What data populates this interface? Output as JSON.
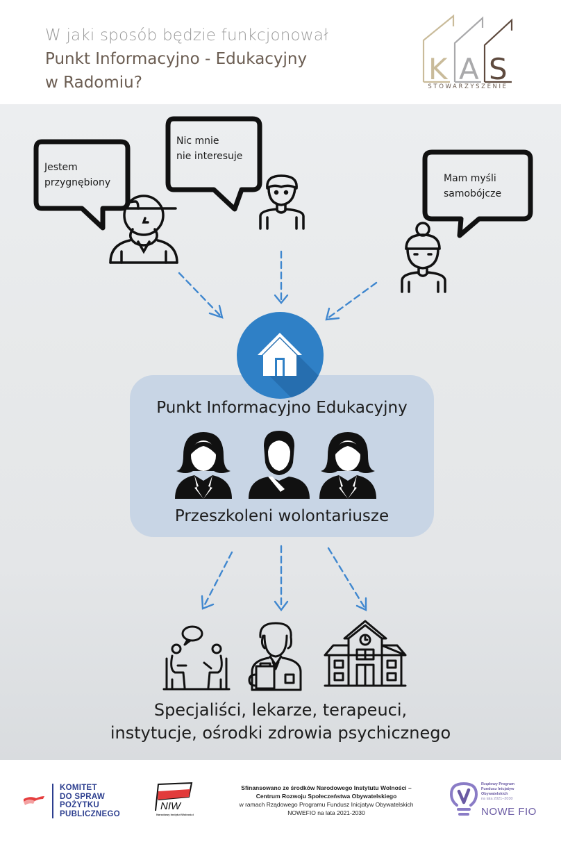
{
  "header": {
    "title_line1": "W jaki sposób będzie funkcjonował",
    "title_line2": "Punkt Informacyjno - Edukacyjny",
    "title_line3": "w Radomiu?",
    "logo": {
      "letters": [
        "K",
        "A",
        "S"
      ],
      "subtitle": "STOWARZYSZENIE",
      "colors": [
        "#c9bb9a",
        "#a9a9ab",
        "#5e4a3e"
      ]
    }
  },
  "people": [
    {
      "speech": [
        "Jestem",
        "przygnębiony"
      ],
      "icon": "teen-cap-person-icon"
    },
    {
      "speech": [
        "Nic mnie",
        "nie interesuje"
      ],
      "icon": "boy-person-icon"
    },
    {
      "speech": [
        "Mam myśli",
        "samobójcze"
      ],
      "icon": "girl-person-icon"
    }
  ],
  "center": {
    "icon": "home-icon",
    "title": "Punkt Informacyjno Edukacyjny",
    "volunteers_label": "Przeszkoleni wolontariusze",
    "volunteer_icons": [
      "woman-icon",
      "man-icon",
      "woman-icon"
    ],
    "accent_color": "#2f80c6",
    "box_color": "#c8d5e5"
  },
  "destinations": {
    "icons": [
      "therapy-session-icon",
      "doctor-icon",
      "institution-building-icon"
    ],
    "line1": "Specjaliści, lekarze, terapeuci,",
    "line2": "instytucje, ośrodki zdrowia psychicznego"
  },
  "arrow_color": "#3f87cf",
  "footer": {
    "kpp": [
      "KOMITET",
      "DO SPRAW",
      "POŻYTKU",
      "PUBLICZNEGO"
    ],
    "niw_label": "NIW",
    "niw_sub": "Narodowy Instytut Wolności",
    "funding": {
      "line1": "Sfinansowano ze środków Narodowego Instytutu Wolności –",
      "line2": "Centrum Rozwoju Społeczeństwa Obywatelskiego",
      "line3": "w ramach Rządowego Programu Fundusz Inicjatyw Obywatelskich",
      "line4": "NOWEFIO na lata 2021-2030"
    },
    "fio": {
      "small1": "Rządowy Program",
      "small2": "Fundusz Inicjatyw",
      "small3": "Obywatelskich",
      "small4": "na lata 2021–2030",
      "big": "NOWE FIO"
    }
  }
}
